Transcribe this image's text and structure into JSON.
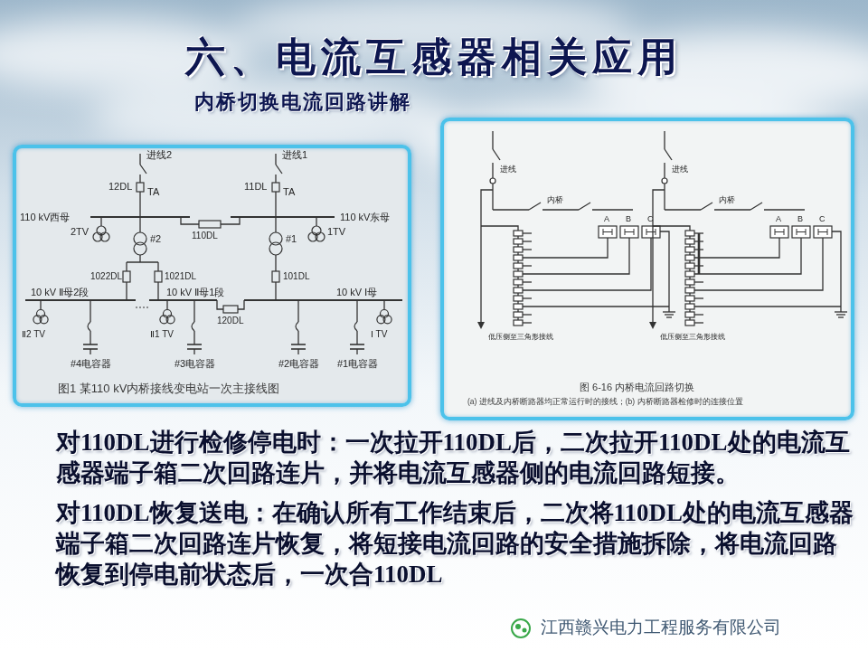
{
  "diagram": {
    "title": "六、电流互感器相关应用",
    "nodes": [
      {
        "text": [
          "图1 某110 kV内桥接线变电站一次主接线图"
        ]
      },
      {
        "text": [
          "图 6-16 内桥电流回路切换",
          "(a) 进线及内桥断路器均正常运行时的接线；(b) 内桥断路器检修时的连接位置"
        ]
      }
    ],
    "labels": [
      "内桥切换电流回路讲解",
      "进线2",
      "进线1",
      "12DL",
      "11DL",
      "TA",
      "TA",
      "110 kV西母",
      "110 kV东母",
      "2TV",
      "1TV",
      "#2",
      "#1",
      "110DL",
      "1022DL",
      "1021DL",
      "101DL",
      "10 kV Ⅱ母2段",
      "10 kV Ⅱ母1段",
      "10 kV Ⅰ母",
      "120DL",
      "Ⅱ2 TV",
      "Ⅱ1 TV",
      "Ⅰ TV",
      "#4电容器",
      "#3电容器",
      "#2电容器",
      "#1电容器",
      "进线",
      "内桥",
      "A",
      "B",
      "C",
      "低压侧至三角形接线",
      "进线",
      "内桥",
      "A",
      "B",
      "C",
      "低压侧至三角形接线",
      "对110DL进行检修停电时：一次拉开110DL后，二次拉开110DL处的电流互感器端子箱二次回路连片，并将电流互感器侧的电流回路短接。",
      "对110DL恢复送电：在确认所有工作结束后，二次将110DL处的电流互感器端子箱二次回路连片恢复，将短接电流回路的安全措施拆除，将电流回路恢复到停电前状态后，一次合110DL",
      "江西赣兴电力工程服务有限公司"
    ]
  }
}
